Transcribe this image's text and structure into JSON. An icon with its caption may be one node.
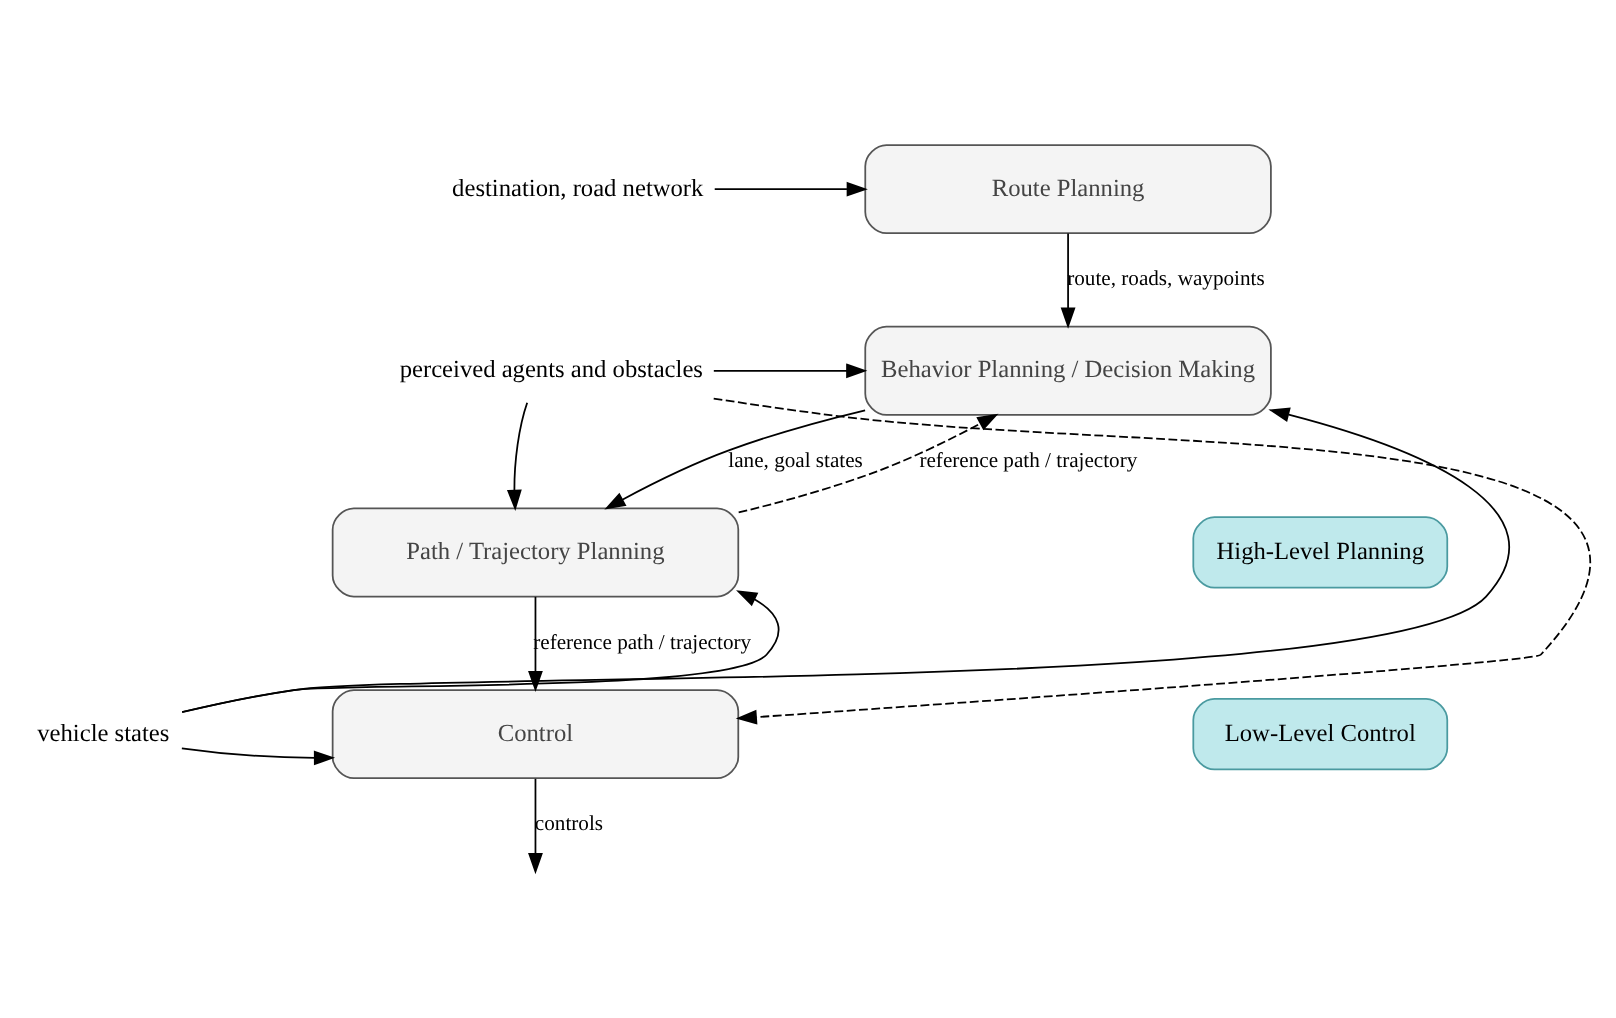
{
  "diagram": {
    "nodes": [
      {
        "text": [
          "destination, road network"
        ]
      },
      {
        "text": [
          "Route Planning"
        ]
      },
      {
        "text": [
          "perceived agents and obstacles"
        ]
      },
      {
        "text": [
          "Behavior Planning / Decision Making"
        ]
      },
      {
        "text": [
          "Path / Trajectory Planning"
        ]
      },
      {
        "text": [
          "vehicle states"
        ]
      },
      {
        "text": [
          "Control"
        ]
      },
      {
        "text": [
          "High-Level Planning"
        ]
      },
      {
        "text": [
          "Low-Level Control"
        ]
      }
    ],
    "edges": [
      {
        "from": 0,
        "to": 1,
        "arrow": "to"
      },
      {
        "from": 1,
        "to": 3,
        "arrow": "to",
        "label": "route, roads, waypoints"
      },
      {
        "from": 2,
        "to": 3,
        "arrow": "to"
      },
      {
        "from": 2,
        "to": 4,
        "arrow": "to"
      },
      {
        "from": 2,
        "to": 6,
        "arrow": "to",
        "style": "dashed"
      },
      {
        "from": 5,
        "to": 6,
        "arrow": "to"
      },
      {
        "from": 5,
        "to": 3,
        "arrow": "to"
      },
      {
        "from": 5,
        "to": 4,
        "arrow": "to"
      },
      {
        "from": 3,
        "to": 4,
        "arrow": "to",
        "label": "lane, goal states"
      },
      {
        "from": 4,
        "to": 3,
        "arrow": "to",
        "style": "dashed",
        "label": "reference path / trajectory"
      },
      {
        "from": 4,
        "to": 6,
        "arrow": "to",
        "label": "reference path / trajectory"
      },
      {
        "from": 6,
        "to": null,
        "arrow": "to",
        "label": "controls"
      }
    ]
  }
}
